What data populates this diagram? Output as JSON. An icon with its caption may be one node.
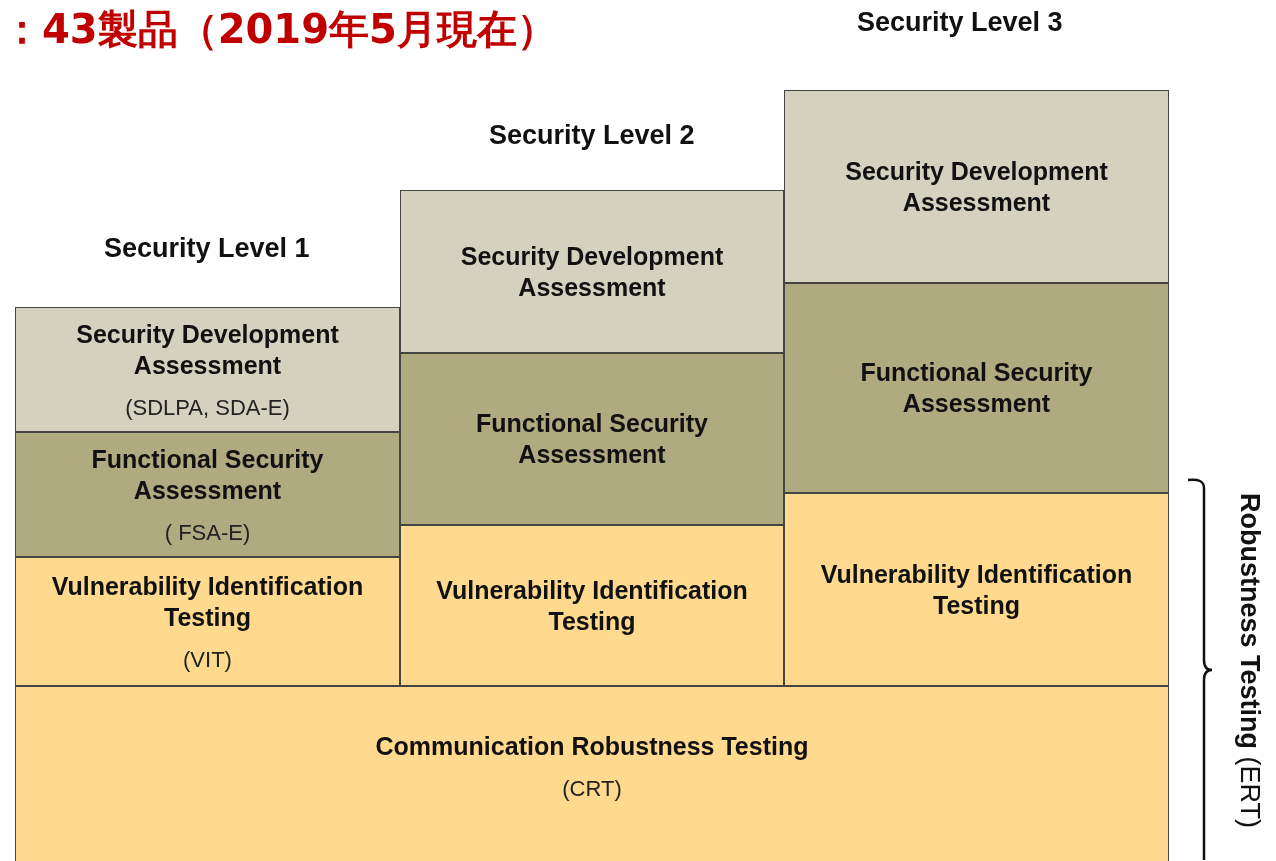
{
  "diagram": {
    "title": "：43製品（2019年5月現在）",
    "nodes": [
      {
        "text": [
          "Security Development Assessment",
          "(SDLPA, SDA-E)"
        ]
      },
      {
        "text": [
          "Functional Security Assessment",
          "( FSA-E)"
        ]
      },
      {
        "text": [
          "Vulnerability Identification Testing",
          "(VIT)"
        ]
      },
      {
        "text": [
          "Security Development Assessment"
        ]
      },
      {
        "text": [
          "Functional Security Assessment"
        ]
      },
      {
        "text": [
          "Vulnerability Identification Testing"
        ]
      },
      {
        "text": [
          "Security Development Assessment"
        ]
      },
      {
        "text": [
          "Functional Security Assessment"
        ]
      },
      {
        "text": [
          "Vulnerability Identification Testing"
        ]
      },
      {
        "text": [
          "Communication Robustness Testing",
          "(CRT)"
        ]
      }
    ],
    "labels": [
      "Security Level 3",
      "Security Level 2",
      "Security Level 1",
      "**Robustness Testing** (ERT)"
    ]
  }
}
